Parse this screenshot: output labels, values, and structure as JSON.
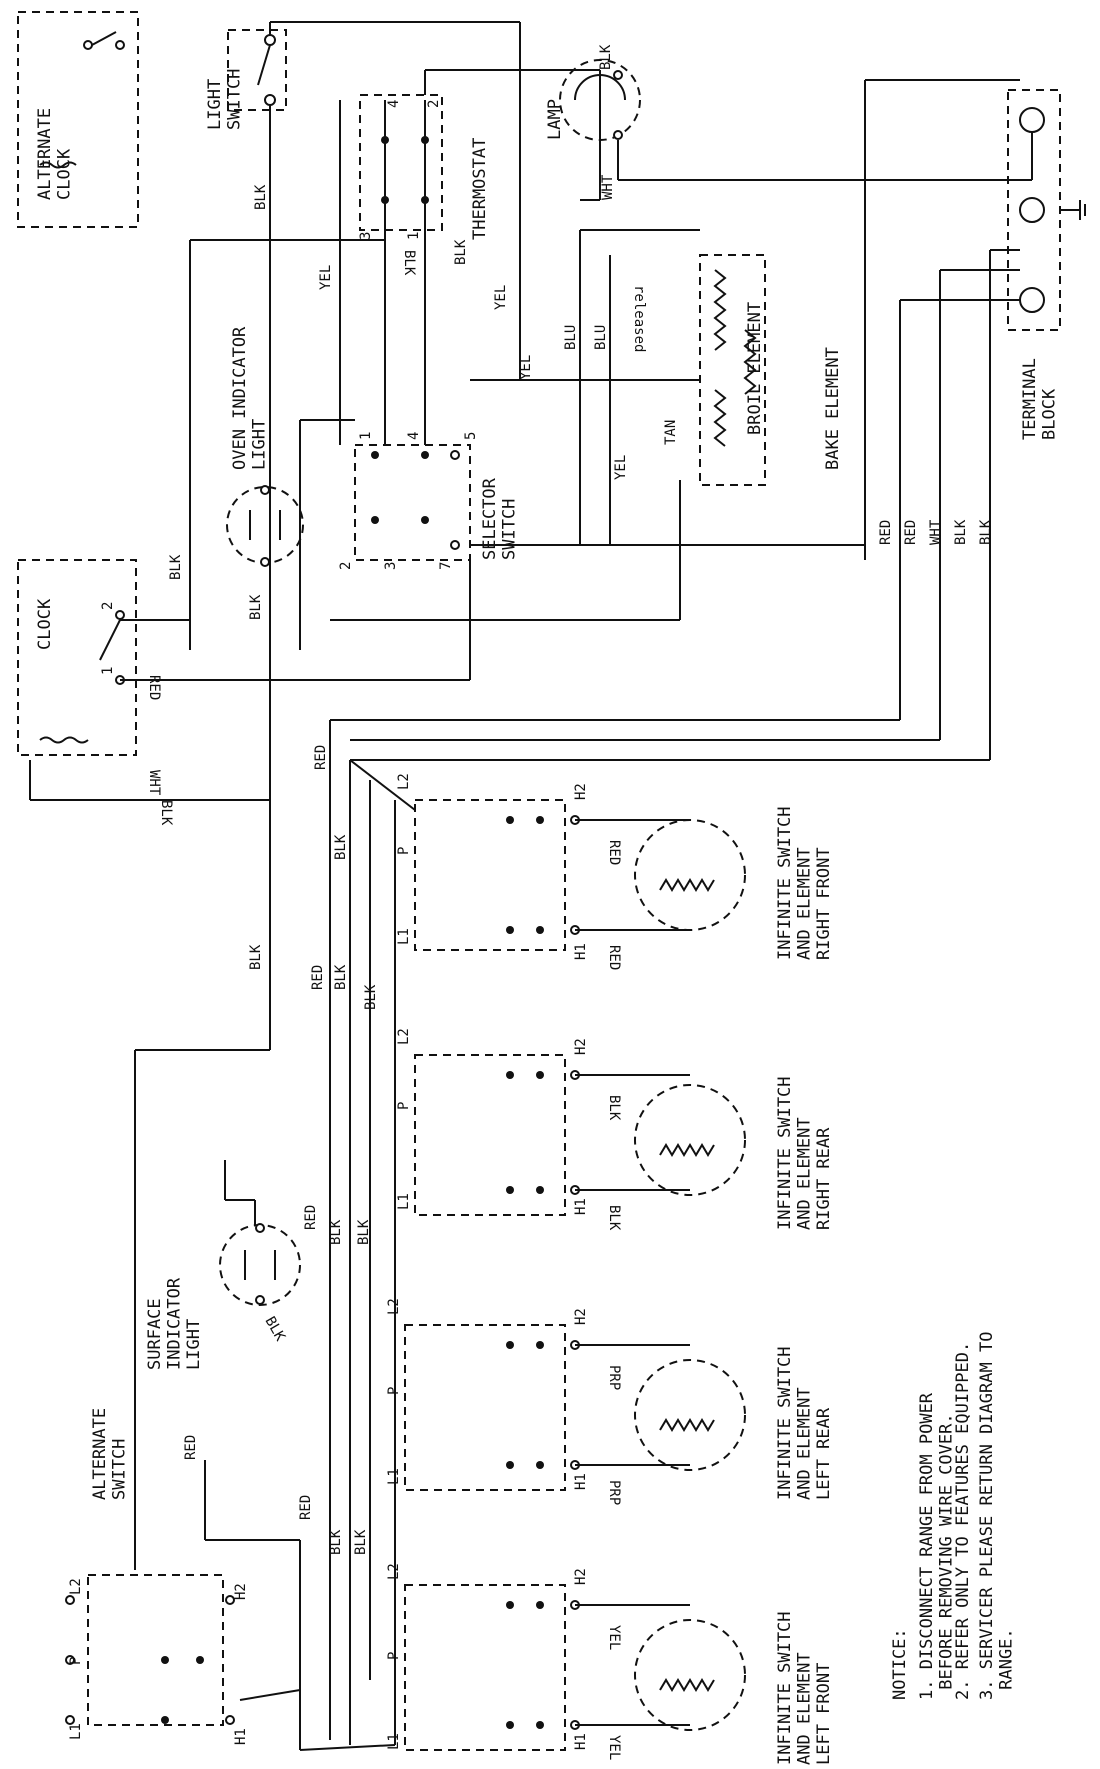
{
  "diagram": {
    "components": {
      "alternate_clock": "ALTERNATE\nCLOCK",
      "light_switch": "LIGHT\nSWITCH",
      "lamp": "LAMP",
      "thermostat": "THERMOSTAT",
      "oven_indicator_light": "OVEN INDICATOR\nLIGHT",
      "clock": "CLOCK",
      "selector_switch": "SELECTOR\nSWITCH",
      "broil_element": "BROIL ELEMENT",
      "bake_element": "BAKE ELEMENT",
      "terminal_block": "TERMINAL\nBLOCK",
      "released": "released",
      "surface_indicator_light": "SURFACE\nINDICATOR\nLIGHT",
      "alternate_switch": "ALTERNATE\nSWITCH"
    },
    "switch_labels": {
      "right_front": "INFINITE SWITCH\nAND ELEMENT\nRIGHT FRONT",
      "right_rear": "INFINITE SWITCH\nAND ELEMENT\nRIGHT REAR",
      "left_rear": "INFINITE SWITCH\nAND ELEMENT\nLEFT REAR",
      "left_front": "INFINITE SWITCH\nAND ELEMENT\nLEFT FRONT"
    },
    "wire_colors": {
      "blk": "BLK",
      "yel": "YEL",
      "blu": "BLU",
      "tan": "TAN",
      "red": "RED",
      "wht": "WHT",
      "prp": "PRP"
    },
    "terminals": {
      "l1": "L1",
      "l2": "L2",
      "p": "P",
      "h1": "H1",
      "h2": "H2",
      "n1": "1",
      "n2": "2",
      "n3": "3",
      "n4": "4",
      "n5": "5",
      "n7": "7"
    },
    "notice": {
      "title": "NOTICE:",
      "items": [
        "1. DISCONNECT RANGE FROM POWER\n   BEFORE REMOVING WIRE COVER.",
        "2. REFER ONLY TO FEATURES EQUIPPED.",
        "3. SERVICER PLEASE RETURN DIAGRAM TO\n   RANGE."
      ]
    }
  }
}
